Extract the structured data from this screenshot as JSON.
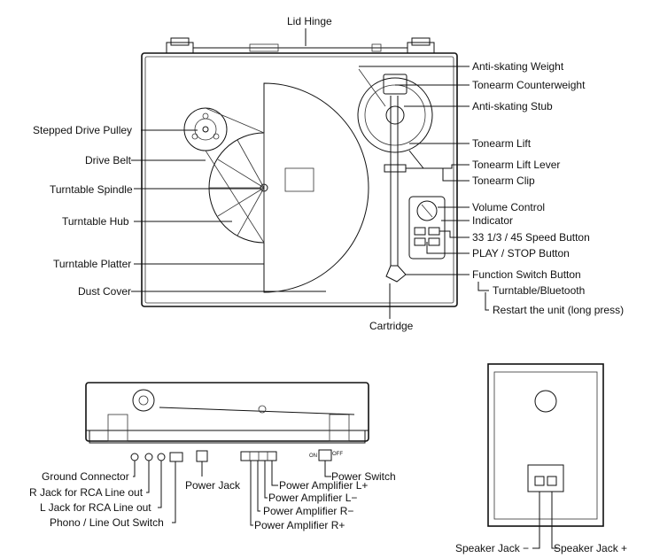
{
  "labels": {
    "lid_hinge": "Lid Hinge",
    "anti_skating_weight": "Anti-skating Weight",
    "tonearm_counterweight": "Tonearm Counterweight",
    "anti_skating_stub": "Anti-skating Stub",
    "tonearm_lift": "Tonearm Lift",
    "tonearm_lift_lever": "Tonearm Lift Lever",
    "tonearm_clip": "Tonearm Clip",
    "volume_control": "Volume Control",
    "indicator": "Indicator",
    "speed_button": "33 1/3 / 45 Speed Button",
    "play_stop_button": "PLAY / STOP Button",
    "function_switch_button": "Function Switch Button",
    "turntable_bluetooth": "Turntable/Bluetooth",
    "restart_unit": "Restart the unit (long press)",
    "cartridge": "Cartridge",
    "stepped_drive_pulley": "Stepped Drive Pulley",
    "drive_belt": "Drive Belt",
    "turntable_spindle": "Turntable Spindle",
    "turntable_hub": "Turntable Hub",
    "turntable_platter": "Turntable Platter",
    "dust_cover": "Dust Cover",
    "ground_connector": "Ground Connector",
    "r_jack": "R Jack for RCA Line out",
    "l_jack": "L Jack for RCA Line out",
    "phono_line_out_switch": "Phono / Line Out Switch",
    "power_jack": "Power Jack",
    "power_switch": "Power Switch",
    "power_amp_l_plus": "Power Amplifier L+",
    "power_amp_l_minus": "Power Amplifier L−",
    "power_amp_r_minus": "Power Amplifier R−",
    "power_amp_r_plus": "Power Amplifier R+",
    "speaker_jack_minus": "Speaker Jack −",
    "speaker_jack_plus": "Speaker Jack +"
  },
  "panel_text": {
    "on": "ON",
    "off": "OFF"
  }
}
